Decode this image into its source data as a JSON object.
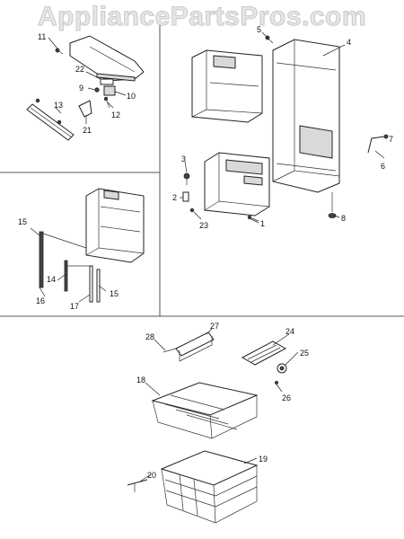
{
  "watermark": "AppliancePartsPros.com",
  "callouts": {
    "c1": "1",
    "c2": "2",
    "c3": "3",
    "c4": "4",
    "c5": "5",
    "c6": "6",
    "c7": "7",
    "c8": "8",
    "c9": "9",
    "c10": "10",
    "c11": "11",
    "c12": "12",
    "c13": "13",
    "c14": "14",
    "c15a": "15",
    "c15b": "15",
    "c16": "16",
    "c17": "17",
    "c18": "18",
    "c19": "19",
    "c20": "20",
    "c21": "21",
    "c22": "22",
    "c23": "23",
    "c24": "24",
    "c25": "25",
    "c26": "26",
    "c27": "27",
    "c28": "28"
  }
}
